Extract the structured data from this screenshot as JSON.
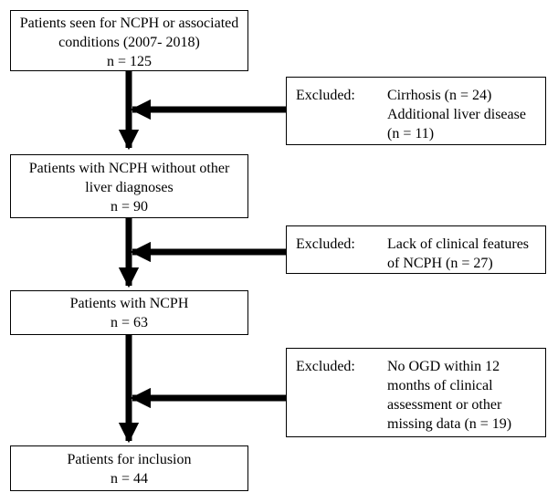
{
  "flowchart": {
    "steps": [
      {
        "lines": [
          "Patients seen for NCPH or associated",
          "conditions (2007- 2018)",
          "n = 125"
        ]
      },
      {
        "lines": [
          "Patients with NCPH without other",
          "liver diagnoses",
          "n = 90"
        ]
      },
      {
        "lines": [
          "Patients with NCPH",
          "n = 63"
        ]
      },
      {
        "lines": [
          "Patients for inclusion",
          "n = 44"
        ]
      }
    ],
    "exclusions": [
      {
        "label": "Excluded:",
        "reasons": [
          "Cirrhosis (n = 24)",
          "Additional liver disease",
          "(n = 11)"
        ]
      },
      {
        "label": "Excluded:",
        "reasons": [
          "Lack of clinical features",
          "of NCPH (n = 27)"
        ]
      },
      {
        "label": "Excluded:",
        "reasons": [
          "No OGD within 12",
          "months of clinical",
          "assessment or other",
          "missing data (n = 19)"
        ]
      }
    ],
    "line_color": "#000000"
  }
}
